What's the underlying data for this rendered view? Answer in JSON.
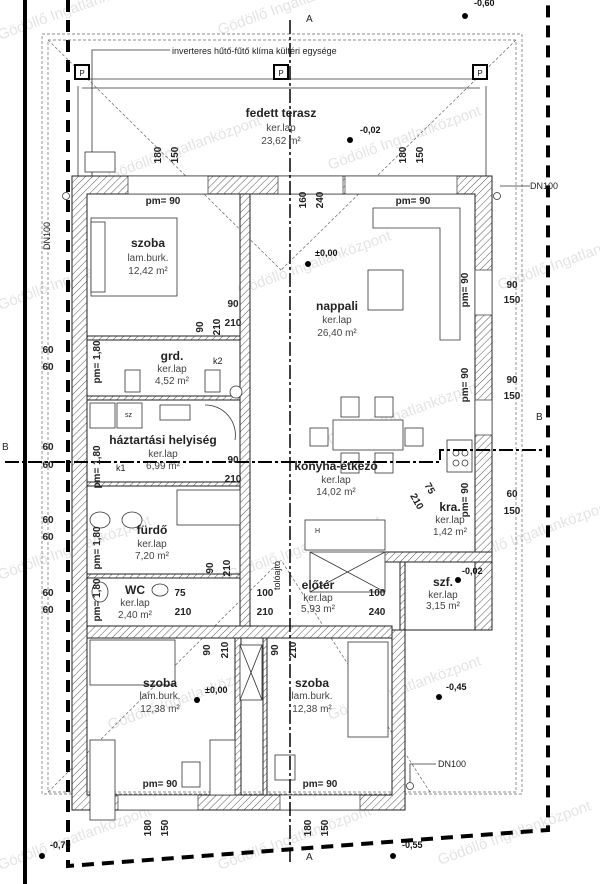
{
  "colors": {
    "line": "#222222",
    "hatch": "#555555",
    "watermark": "#d8d8d8"
  },
  "watermark": "Gödöllő Ingatlanközpont",
  "section_marks": {
    "a": "A",
    "b": "B"
  },
  "note_ac": "inverteres hűtő-fűtő klíma kültéri egysége",
  "pillar": "P",
  "levels": {
    "top_right": "-0,60",
    "terrace": "-0,02",
    "living": "±0,00",
    "entrance": "-0,02",
    "bed": "±0,00",
    "east": "-0,45",
    "sw": "-0,70",
    "se": "-0,55"
  },
  "drains": {
    "right": "DN100",
    "left": "DN100",
    "bottom": "DN100"
  },
  "rooms": {
    "terrace": {
      "name": "fedett terasz",
      "floor": "ker.lap",
      "area": "23,62 m²"
    },
    "bedroom1": {
      "name": "szoba",
      "floor": "lam.burk.",
      "area": "12,42 m²"
    },
    "living": {
      "name": "nappali",
      "floor": "ker.lap",
      "area": "26,40 m²"
    },
    "wardrobe": {
      "name": "grd.",
      "floor": "ker.lap",
      "area": "4,52 m²"
    },
    "utility": {
      "name": "háztartási helyiség",
      "floor": "ker.lap",
      "area": "6,99 m²"
    },
    "kitchen": {
      "name": "konyha-étkező",
      "floor": "ker.lap",
      "area": "14,02 m²"
    },
    "pantry": {
      "name": "kra.",
      "floor": "ker.lap",
      "area": "1,42 m²"
    },
    "bath": {
      "name": "fürdő",
      "floor": "ker.lap",
      "area": "7,20 m²"
    },
    "wc": {
      "name": "WC",
      "floor": "ker.lap",
      "area": "2,40 m²"
    },
    "hall": {
      "name": "előtér",
      "floor": "ker.lap",
      "area": "5,93 m²"
    },
    "windbreak": {
      "name": "szf.",
      "floor": "ker.lap",
      "area": "3,15 m²"
    },
    "bedroom2": {
      "name": "szoba",
      "floor": "lam.burk.",
      "area": "12,38 m²"
    },
    "bedroom3": {
      "name": "szoba",
      "floor": "lam.burk.",
      "area": "12,38 m²"
    }
  },
  "parapets": {
    "pm90": "pm= 90",
    "pm180": "pm= 1,80"
  },
  "labels": {
    "k1": "k1",
    "k2": "k2",
    "sz": "sz",
    "h": "H",
    "sliding": "tolóajtó"
  },
  "dims": [
    "180",
    "150",
    "180",
    "150",
    "160",
    "240",
    "90",
    "210",
    "90",
    "210",
    "90",
    "150",
    "90",
    "150",
    "60",
    "150",
    "60",
    "60",
    "60",
    "60",
    "60",
    "60",
    "60",
    "60",
    "90",
    "210",
    "90",
    "210",
    "75",
    "210",
    "100",
    "210",
    "100",
    "240",
    "75",
    "210",
    "90",
    "210",
    "90",
    "210",
    "180",
    "150",
    "180",
    "150"
  ]
}
